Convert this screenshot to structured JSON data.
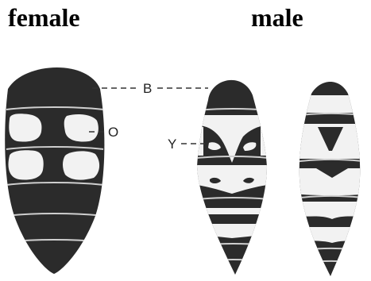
{
  "titles": {
    "female": "female",
    "male": "male"
  },
  "labels": {
    "b": "B",
    "o": "O",
    "y": "Y"
  },
  "colors": {
    "dark": "#2b2b2b",
    "light": "#f2f2f2",
    "line": "#cfcfcf"
  }
}
